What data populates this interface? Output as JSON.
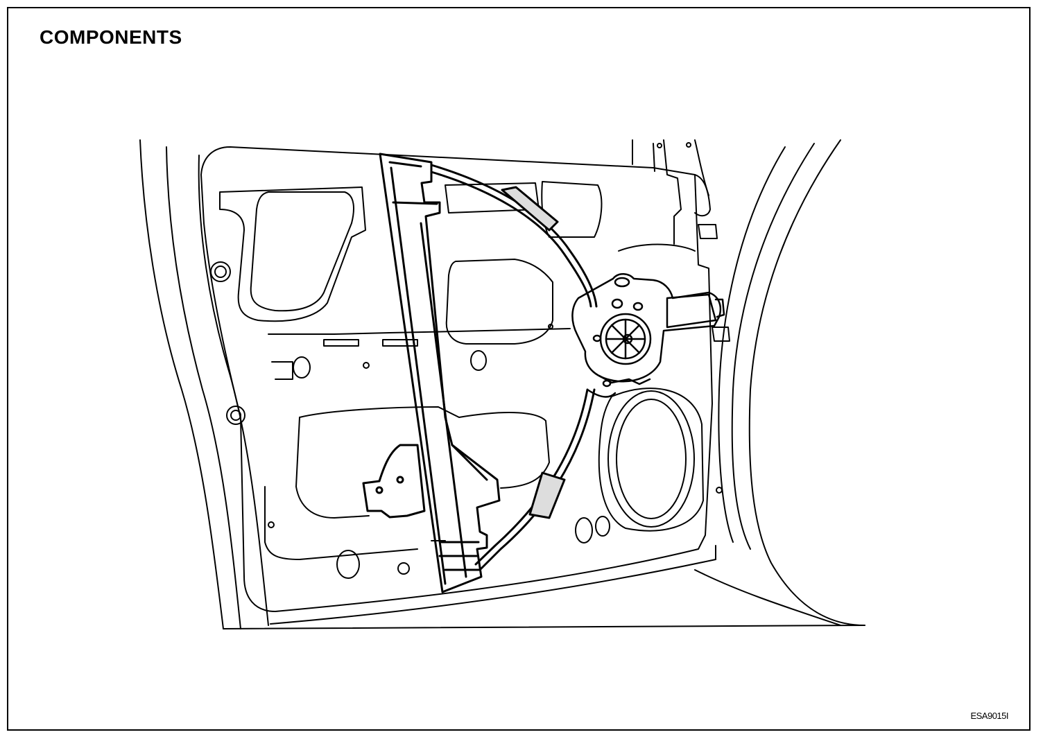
{
  "header": {
    "title": "COMPONENTS"
  },
  "figure": {
    "code": "ESA9015I"
  },
  "illustration": {
    "subject": "door-inner-panel-with-power-window-regulator",
    "parts": [
      "door-inner-panel",
      "window-regulator-rail",
      "regulator-cable",
      "regulator-motor",
      "speaker-mount"
    ]
  }
}
